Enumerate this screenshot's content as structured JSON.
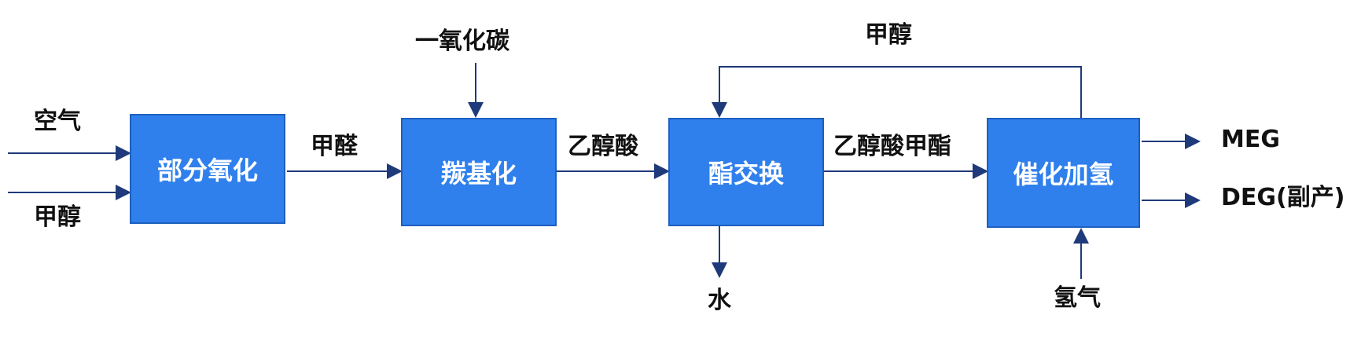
{
  "diagram": {
    "colors": {
      "box_fill": "#2f80ed",
      "box_border": "#1e5fbf",
      "arrow": "#1f3a7a",
      "text": "#111111"
    },
    "boxes": {
      "partial_oxidation": "部分氧化",
      "carbonylation": "羰基化",
      "transesterification": "酯交换",
      "hydrogenation": "催化加氢"
    },
    "labels": {
      "air": "空气",
      "methanol_in": "甲醇",
      "formaldehyde": "甲醛",
      "carbon_monoxide": "一氧化碳",
      "glycolic_acid": "乙醇酸",
      "methanol_recycle": "甲醇",
      "water": "水",
      "methyl_glycolate": "乙醇酸甲酯",
      "meg": "MEG",
      "deg": "DEG(副产)",
      "hydrogen": "氢气"
    }
  }
}
